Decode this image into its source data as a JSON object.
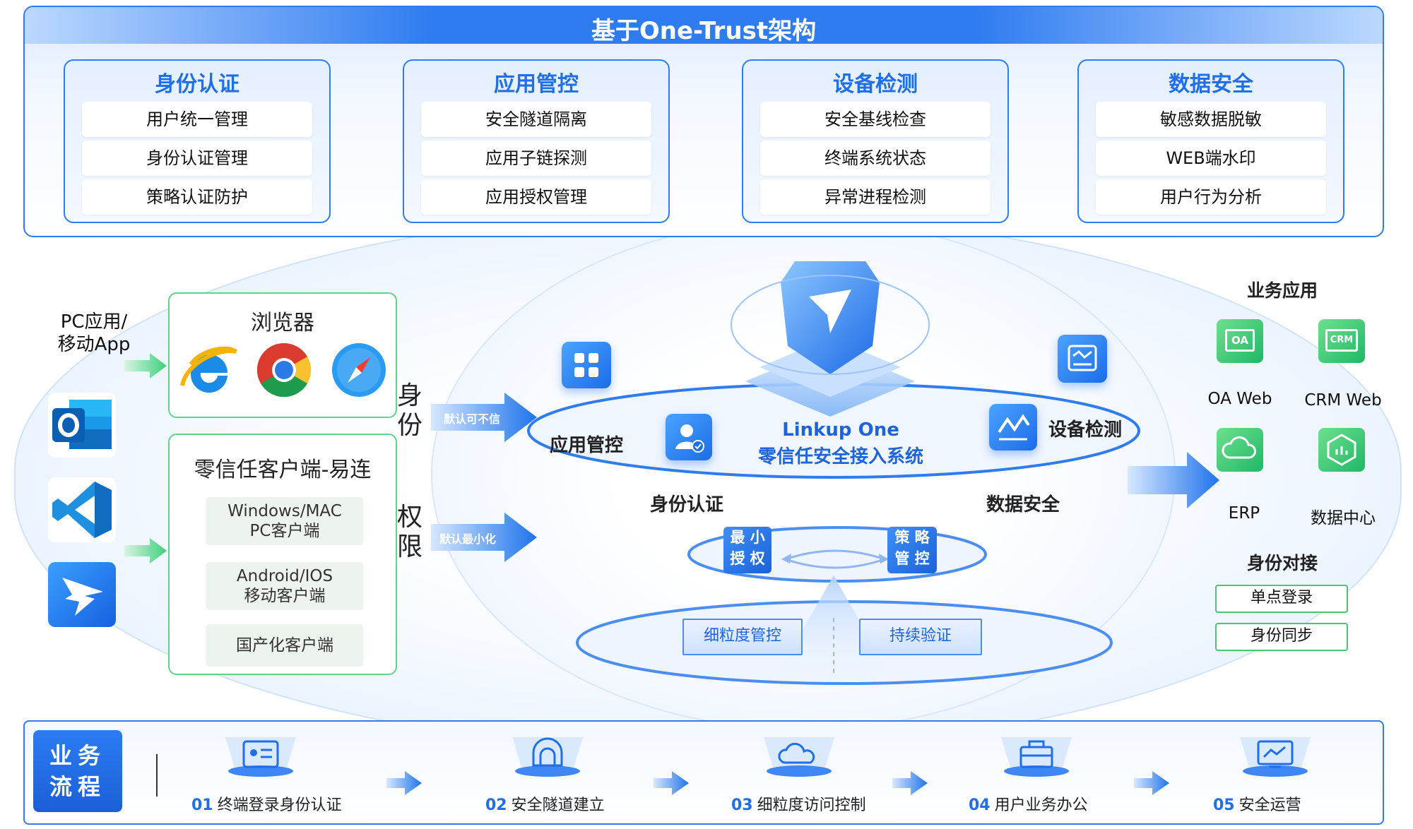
{
  "top": {
    "title": "基于One-Trust架构",
    "categories": [
      {
        "title": "身份认证",
        "items": [
          "用户统一管理",
          "身份认证管理",
          "策略认证防护"
        ]
      },
      {
        "title": "应用管控",
        "items": [
          "安全隧道隔离",
          "应用子链探测",
          "应用授权管理"
        ]
      },
      {
        "title": "设备检测",
        "items": [
          "安全基线检查",
          "终端系统状态",
          "异常进程检测"
        ]
      },
      {
        "title": "数据安全",
        "items": [
          "敏感数据脱敏",
          "WEB端水印",
          "用户行为分析"
        ]
      }
    ]
  },
  "left": {
    "source_label": "PC应用/\n移动App",
    "browser_title": "浏览器",
    "client_title": "零信任客户端-易连",
    "client_items": [
      "Windows/MAC\nPC客户端",
      "Android/IOS\n移动客户端",
      "国产化客户端"
    ]
  },
  "center": {
    "word_identity": [
      "身",
      "份"
    ],
    "word_permission": [
      "权",
      "限"
    ],
    "arrow_identity": "默认可不信",
    "arrow_permission": "默认最小化",
    "system_name": "Linkup One",
    "system_subtitle": "零信任安全接入系统",
    "modules": [
      "应用管控",
      "身份认证",
      "设备检测",
      "数据安全"
    ],
    "tile_min_auth": [
      "最 小",
      "授 权"
    ],
    "tile_policy": [
      "策 略",
      "管 控"
    ],
    "pill_fine": "细粒度管控",
    "pill_verify": "持续验证"
  },
  "right": {
    "business_title": "业务应用",
    "apps": [
      "OA Web",
      "CRM Web",
      "ERP",
      "数据中心"
    ],
    "app_badges": [
      "OA",
      "CRM"
    ],
    "identity_title": "身份对接",
    "identity_items": [
      "单点登录",
      "身份同步"
    ]
  },
  "bottom": {
    "badge": [
      "业务",
      "流程"
    ],
    "steps": [
      {
        "num": "01",
        "text": "终端登录身份认证"
      },
      {
        "num": "02",
        "text": "安全隧道建立"
      },
      {
        "num": "03",
        "text": "细粒度访问控制"
      },
      {
        "num": "04",
        "text": "用户业务办公"
      },
      {
        "num": "05",
        "text": "安全运营"
      }
    ]
  },
  "colors": {
    "primary": "#2f7cf0",
    "green": "#46c776",
    "text": "#1a1a1a"
  }
}
